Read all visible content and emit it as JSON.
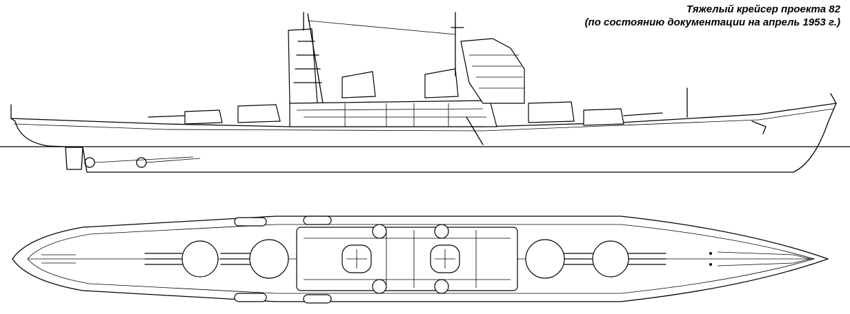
{
  "caption": {
    "line1": "Тяжелый крейсер проекта 82",
    "line2": "(по состоянию документации на апрель 1953 г.)"
  },
  "views": {
    "side_profile": "side-profile",
    "plan_view": "plan-view"
  },
  "colors": {
    "ink": "#000000",
    "paper": "#ffffff"
  }
}
